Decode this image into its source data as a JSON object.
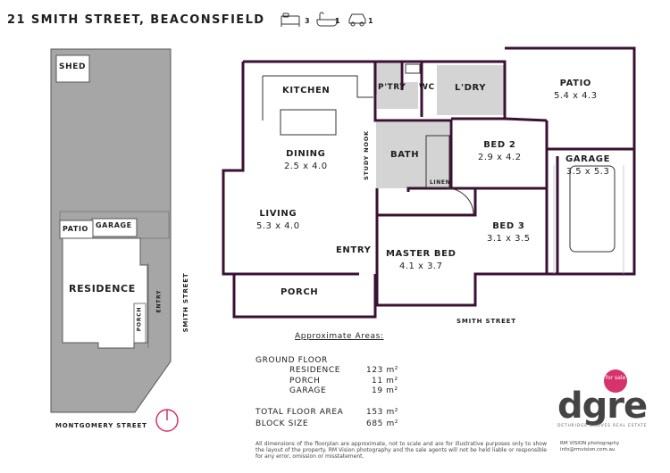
{
  "header": {
    "address": "21 SMITH STREET, BEACONSFIELD",
    "features": [
      {
        "icon": "bed-icon",
        "count": "3"
      },
      {
        "icon": "bath-icon",
        "count": "1"
      },
      {
        "icon": "car-icon",
        "count": "1"
      }
    ]
  },
  "site_plan": {
    "shed": "SHED",
    "patio": "PATIO",
    "garage": "GARAGE",
    "residence": "RESIDENCE",
    "porch": "PORCH",
    "entry": "ENTRY",
    "street_side": "SMITH STREET",
    "street_bottom": "MONTGOMERY STREET"
  },
  "floorplan": {
    "rooms": {
      "kitchen": {
        "name": "KITCHEN"
      },
      "pantry": {
        "name": "P'TRY"
      },
      "wc": {
        "name": "WC"
      },
      "laundry": {
        "name": "L'DRY"
      },
      "patio": {
        "name": "PATIO",
        "dim": "5.4 x 4.3"
      },
      "dining": {
        "name": "DINING",
        "dim": "2.5 x 4.0"
      },
      "study_nook": {
        "name": "STUDY NOOK"
      },
      "bath": {
        "name": "BATH"
      },
      "bed2": {
        "name": "BED 2",
        "dim": "2.9 x 4.2"
      },
      "garage": {
        "name": "GARAGE",
        "dim": "3.5 x 5.3"
      },
      "linen": {
        "name": "LINEN"
      },
      "living": {
        "name": "LIVING",
        "dim": "5.3 x 4.0"
      },
      "bed3": {
        "name": "BED 3",
        "dim": "3.1 x 3.5"
      },
      "entry": {
        "name": "ENTRY"
      },
      "master": {
        "name": "MASTER BED",
        "dim": "4.1 x 3.7"
      },
      "porch": {
        "name": "PORCH"
      }
    },
    "street": "SMITH STREET"
  },
  "areas": {
    "title": "Approximate Areas:",
    "ground_floor": "GROUND FLOOR",
    "rows": [
      {
        "label": "RESIDENCE",
        "value": "123 m²"
      },
      {
        "label": "PORCH",
        "value": "11 m²"
      },
      {
        "label": "GARAGE",
        "value": "19 m²"
      }
    ],
    "total_label": "TOTAL FLOOR AREA",
    "total_value": "153 m²",
    "block_label": "BLOCK SIZE",
    "block_value": "685 m²"
  },
  "disclaimer": "All dimensions of the floorplan are approximate, not to scale and are for illustrative purposes only to show the layout of the property. RM Vision photography and the sale agents will not be held liable or responsible for any error, omission or misstatement.",
  "branding": {
    "logo": "dgre",
    "tagline": "DETHRIDGE GROVES REAL ESTATE",
    "for_sale": "for sale",
    "credit_lines": [
      "RM VISION photography",
      "info@rmvision.com.au"
    ]
  },
  "colors": {
    "wall": "#3a1033",
    "site": "#a6a6a6",
    "wet": "#d4d4d4",
    "text": "#1e1e1e"
  }
}
